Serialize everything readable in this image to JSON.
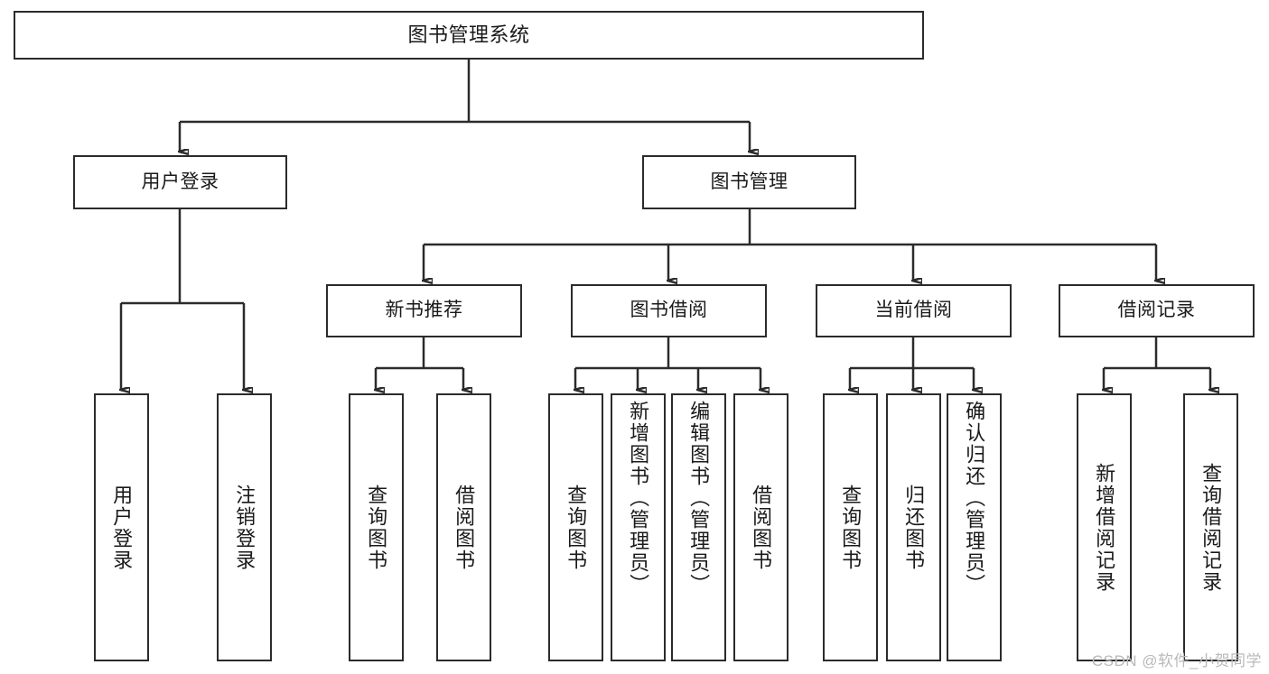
{
  "diagram": {
    "title": "图书管理系统",
    "type": "hierarchy-tree",
    "watermark": "CSDN @软件_小贺同学",
    "nodes": {
      "root": {
        "label": "图书管理系统"
      },
      "level2": [
        {
          "label": "用户登录"
        },
        {
          "label": "图书管理"
        }
      ],
      "level3": [
        {
          "label": "新书推荐"
        },
        {
          "label": "图书借阅"
        },
        {
          "label": "当前借阅"
        },
        {
          "label": "借阅记录"
        }
      ],
      "leaves": [
        {
          "label": "用户登录"
        },
        {
          "label": "注销登录"
        },
        {
          "label": "查询图书"
        },
        {
          "label": "借阅图书"
        },
        {
          "label": "查询图书"
        },
        {
          "label": "新增图书（管理员）"
        },
        {
          "label": "编辑图书（管理员）"
        },
        {
          "label": "借阅图书"
        },
        {
          "label": "查询图书"
        },
        {
          "label": "归还图书"
        },
        {
          "label": "确认归还（管理员）"
        },
        {
          "label": "新增借阅记录"
        },
        {
          "label": "查询借阅记录"
        }
      ]
    },
    "colors": {
      "stroke": "#2b2b2b",
      "fill": "#ffffff",
      "text": "#1a1a1a",
      "watermark": "#b9b9b9"
    }
  }
}
